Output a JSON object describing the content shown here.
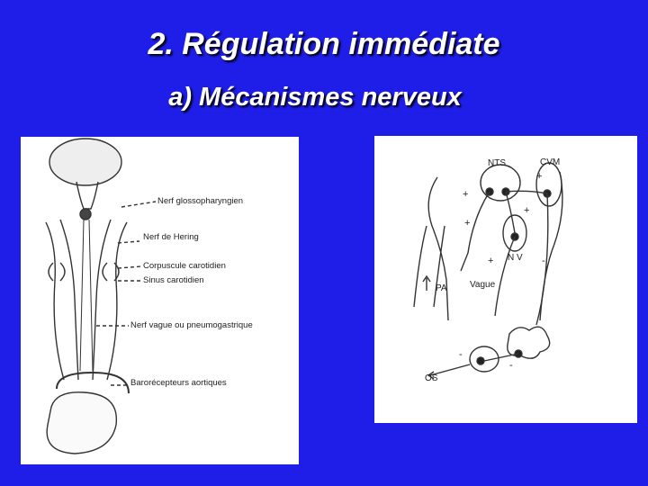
{
  "slide": {
    "title": "2.   Régulation immédiate",
    "subtitle": "a)  Mécanismes nerveux",
    "colors": {
      "background": "#1e1ee8",
      "title": "#ffffff"
    }
  },
  "left_figure": {
    "labels": [
      "Nerf glossopharyngien",
      "Nerf de Hering",
      "Corpuscule carotidien",
      "Sinus carotidien",
      "Nerf vague ou  pneumogastrique",
      "Barorécepteurs aortiques"
    ]
  },
  "right_figure": {
    "labels": {
      "nts": "NTS",
      "cvm": "CVM",
      "nv": "N V",
      "pa": "PA",
      "vague": "Vague",
      "os": "OS"
    },
    "signs": [
      "+",
      "+",
      "+",
      "+",
      "-",
      "+",
      "-",
      "-"
    ]
  }
}
